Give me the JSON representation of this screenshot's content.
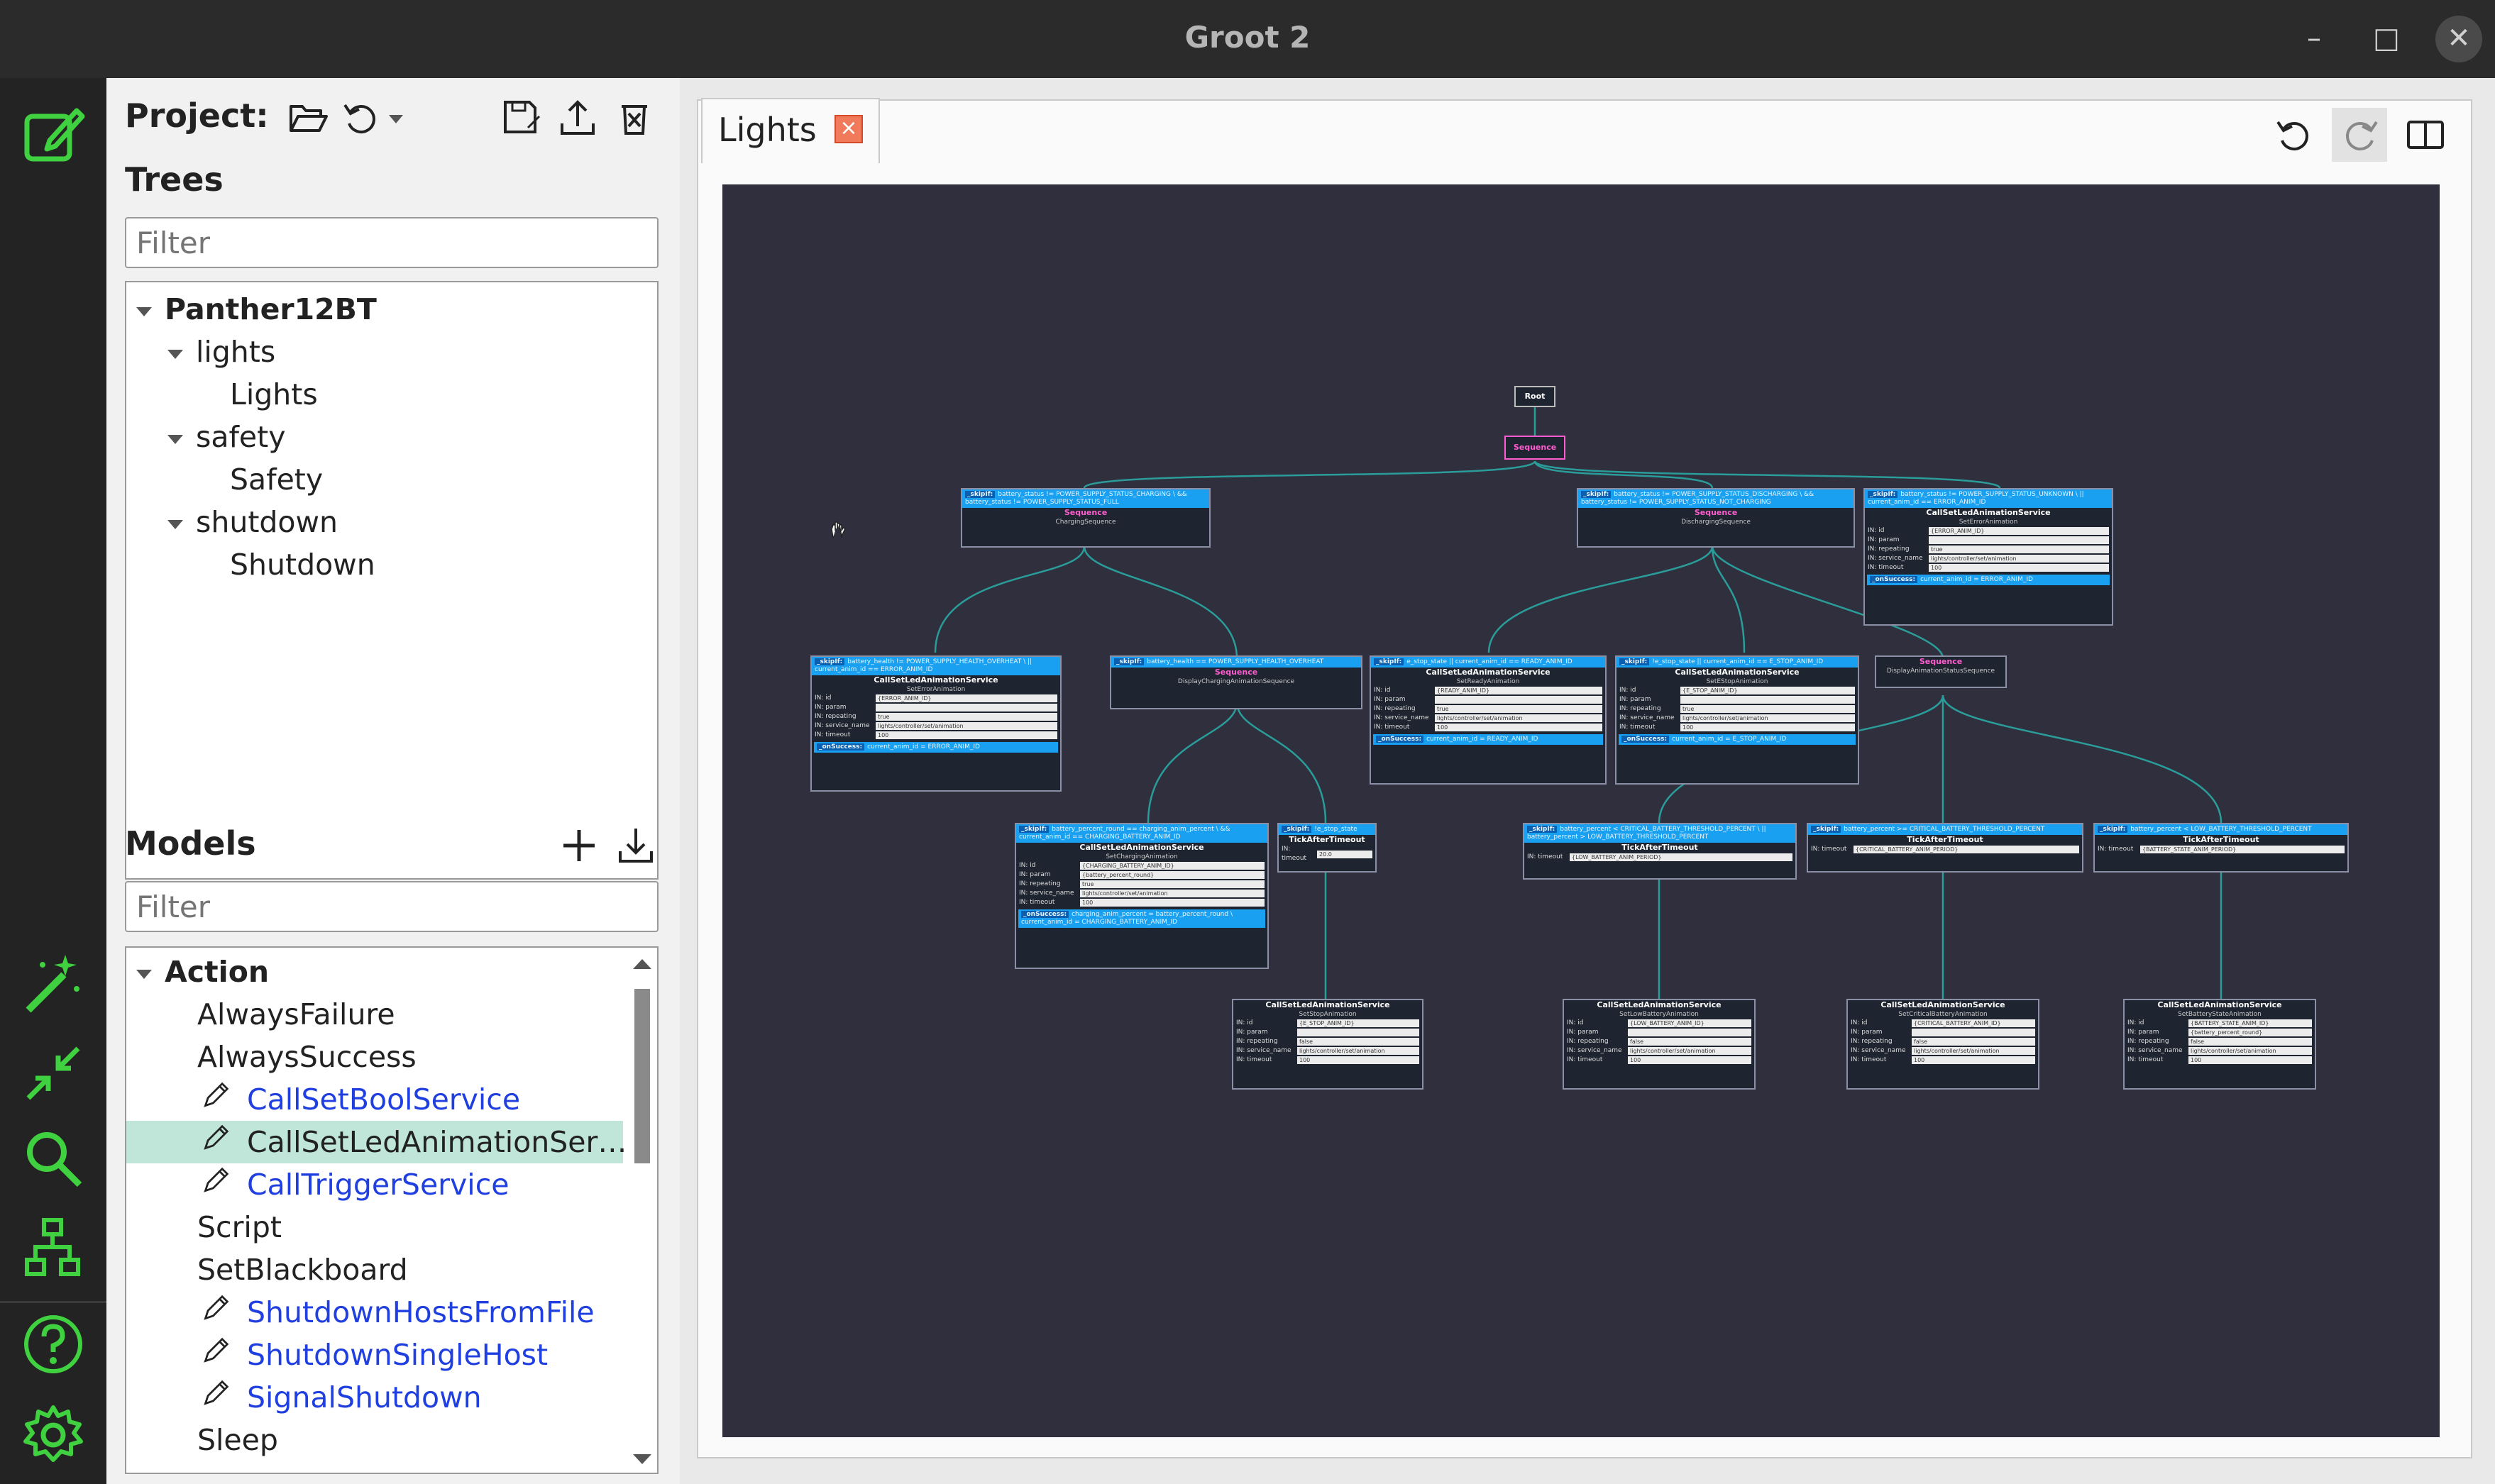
{
  "window": {
    "title": "Groot 2",
    "minimize": "–",
    "maximize": "□",
    "close": "✕"
  },
  "project": {
    "label": "Project:"
  },
  "trees": {
    "label": "Trees",
    "filter_placeholder": "Filter",
    "items": [
      {
        "label": "Panther12BT",
        "level": 0,
        "expanded": true,
        "bold": true
      },
      {
        "label": "lights",
        "level": 1,
        "expanded": true
      },
      {
        "label": "Lights",
        "level": 2
      },
      {
        "label": "safety",
        "level": 1,
        "expanded": true
      },
      {
        "label": "Safety",
        "level": 2
      },
      {
        "label": "shutdown",
        "level": 1,
        "expanded": true
      },
      {
        "label": "Shutdown",
        "level": 2
      }
    ]
  },
  "models": {
    "label": "Models",
    "filter_placeholder": "Filter",
    "items": [
      {
        "label": "Action",
        "group": true
      },
      {
        "label": "AlwaysFailure"
      },
      {
        "label": "AlwaysSuccess"
      },
      {
        "label": "CallSetBoolService",
        "custom": true
      },
      {
        "label": "CallSetLedAnimationSer…",
        "custom": true,
        "selected": true
      },
      {
        "label": "CallTriggerService",
        "custom": true
      },
      {
        "label": "Script"
      },
      {
        "label": "SetBlackboard"
      },
      {
        "label": "ShutdownHostsFromFile",
        "custom": true
      },
      {
        "label": "ShutdownSingleHost",
        "custom": true
      },
      {
        "label": "SignalShutdown",
        "custom": true
      },
      {
        "label": "Sleep"
      }
    ]
  },
  "editor": {
    "tab_label": "Lights",
    "tab_close": "×"
  },
  "tree": {
    "root": "Root",
    "sequence": "Sequence",
    "charging": {
      "cond": "battery_status != POWER_SUPPLY_STATUS_CHARGING \\ && battery_status != POWER_SUPPLY_STATUS_FULL",
      "type": "Sequence",
      "name": "ChargingSequence"
    },
    "discharging": {
      "cond": "battery_status != POWER_SUPPLY_STATUS_DISCHARGING \\ && battery_status != POWER_SUPPLY_STATUS_NOT_CHARGING",
      "type": "Sequence",
      "name": "DischargingSequence"
    },
    "error": {
      "cond": "battery_status != POWER_SUPPLY_STATUS_UNKNOWN \\ || current_anim_id == ERROR_ANIM_ID",
      "type": "CallSetLedAnimationService",
      "name": "SetErrorAnimation",
      "id": "{ERROR_ANIM_ID}",
      "param": "",
      "repeating": "true",
      "service_name": "lights/controller/set/animation",
      "timeout": "100",
      "success": "current_anim_id = ERROR_ANIM_ID"
    },
    "health": {
      "cond": "battery_health != POWER_SUPPLY_HEALTH_OVERHEAT \\ || current_anim_id == ERROR_ANIM_ID",
      "type": "CallSetLedAnimationService",
      "name": "SetErrorAnimation",
      "id": "{ERROR_ANIM_ID}",
      "param": "",
      "repeating": "true",
      "service_name": "lights/controller/set/animation",
      "timeout": "100",
      "success": "current_anim_id = ERROR_ANIM_ID"
    },
    "display_charging": {
      "cond": "battery_health == POWER_SUPPLY_HEALTH_OVERHEAT",
      "type": "Sequence",
      "name": "DisplayChargingAnimationSequence"
    },
    "ready": {
      "cond": "e_stop_state || current_anim_id == READY_ANIM_ID",
      "type": "CallSetLedAnimationService",
      "name": "SetReadyAnimation",
      "id": "{READY_ANIM_ID}",
      "param": "",
      "repeating": "true",
      "service_name": "lights/controller/set/animation",
      "timeout": "100",
      "success": "current_anim_id = READY_ANIM_ID"
    },
    "estop": {
      "cond": "!e_stop_state || current_anim_id == E_STOP_ANIM_ID",
      "type": "CallSetLedAnimationService",
      "name": "SetEStopAnimation",
      "id": "{E_STOP_ANIM_ID}",
      "param": "",
      "repeating": "true",
      "service_name": "lights/controller/set/animation",
      "timeout": "100",
      "success": "current_anim_id = E_STOP_ANIM_ID"
    },
    "display_status": {
      "type": "Sequence",
      "name": "DisplayAnimationStatusSequence"
    },
    "set_charging": {
      "cond": "battery_percent_round == charging_anim_percent \\ && current_anim_id == CHARGING_BATTERY_ANIM_ID",
      "type": "CallSetLedAnimationService",
      "name": "SetChargingAnimation",
      "id": "{CHARGING_BATTERY_ANIM_ID}",
      "param": "{battery_percent_round}",
      "repeating": "true",
      "service_name": "lights/controller/set/animation",
      "timeout": "100",
      "success": "charging_anim_percent = battery_percent_round \\ current_anim_id = CHARGING_BATTERY_ANIM_ID"
    },
    "tick_estop": {
      "cond": "!e_stop_state",
      "type": "TickAfterTimeout",
      "timeout": "20.0"
    },
    "tick_low": {
      "cond": "battery_percent < CRITICAL_BATTERY_THRESHOLD_PERCENT \\ || battery_percent > LOW_BATTERY_THRESHOLD_PERCENT",
      "type": "TickAfterTimeout",
      "timeout": "{LOW_BATTERY_ANIM_PERIOD}"
    },
    "tick_critical": {
      "cond": "battery_percent >= CRITICAL_BATTERY_THRESHOLD_PERCENT",
      "type": "TickAfterTimeout",
      "timeout": "{CRITICAL_BATTERY_ANIM_PERIOD}"
    },
    "tick_state": {
      "cond": "battery_percent < LOW_BATTERY_THRESHOLD_PERCENT",
      "type": "TickAfterTimeout",
      "timeout": "{BATTERY_STATE_ANIM_PERIOD}"
    },
    "stop_anim": {
      "type": "CallSetLedAnimationService",
      "name": "SetStopAnimation",
      "id": "{E_STOP_ANIM_ID}",
      "param": "",
      "repeating": "false",
      "service_name": "lights/controller/set/animation",
      "timeout": "100"
    },
    "low_anim": {
      "type": "CallSetLedAnimationService",
      "name": "SetLowBatteryAnimation",
      "id": "{LOW_BATTERY_ANIM_ID}",
      "param": "",
      "repeating": "false",
      "service_name": "lights/controller/set/animation",
      "timeout": "100"
    },
    "critical_anim": {
      "type": "CallSetLedAnimationService",
      "name": "SetCriticalBatteryAnimation",
      "id": "{CRITICAL_BATTERY_ANIM_ID}",
      "param": "",
      "repeating": "false",
      "service_name": "lights/controller/set/animation",
      "timeout": "100"
    },
    "state_anim": {
      "type": "CallSetLedAnimationService",
      "name": "SetBatteryStateAnimation",
      "id": "{BATTERY_STATE_ANIM_ID}",
      "param": "{battery_percent_round}",
      "repeating": "false",
      "service_name": "lights/controller/set/animation",
      "timeout": "100"
    }
  },
  "colors": {
    "canvas": "#2f2f3d",
    "wire": "#2a9d9a",
    "condition": "#1aa0f0",
    "sequence": "#ff5ccf",
    "accent_green": "#3fd13f",
    "selected_row": "#bfe6d9"
  },
  "icons": [
    "edit-icon",
    "folder-open-icon",
    "undo-icon",
    "save-icon",
    "export-icon",
    "clear-icon",
    "add-icon",
    "import-icon",
    "pencil-icon",
    "magic-wand-icon",
    "collapse-icon",
    "search-icon",
    "tree-icon",
    "help-icon",
    "settings-icon",
    "split-view-icon",
    "redo-icon"
  ]
}
